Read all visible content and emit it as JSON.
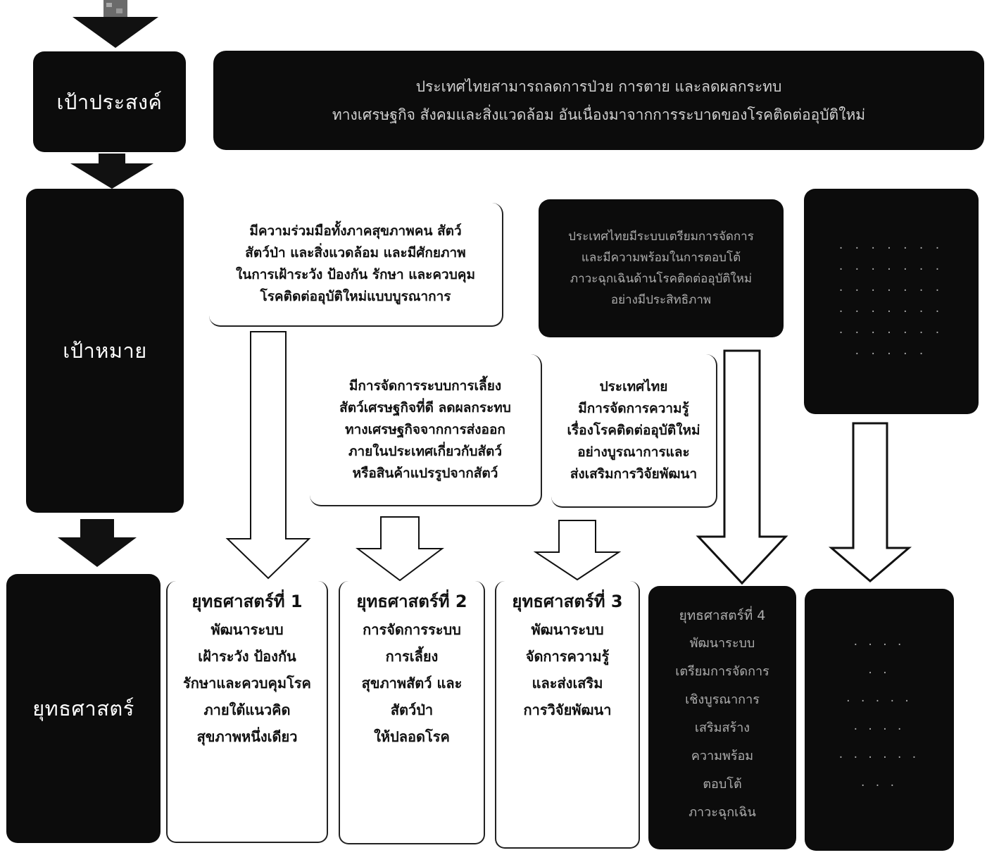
{
  "labels": {
    "objective": "เป้าประสงค์",
    "target": "เป้าหมาย",
    "strategy": "ยุทธศาสตร์"
  },
  "objective_text": {
    "line1": "ประเทศไทยสามารถลดการป่วย การตาย และลดผลกระทบ",
    "line2": "ทางเศรษฐกิจ สังคมและสิ่งแวดล้อม อันเนื่องมาจากการระบาดของโรคติดต่ออุบัติใหม่"
  },
  "targets": {
    "t1": {
      "line1": "มีความร่วมมือทั้งภาคสุขภาพคน สัตว์",
      "line2": "สัตว์ป่า และสิ่งแวดล้อม และมีศักยภาพ",
      "line3": "ในการเฝ้าระวัง ป้องกัน รักษา และควบคุม",
      "line4": "โรคติดต่ออุบัติใหม่แบบบูรณาการ"
    },
    "t2": {
      "line1": "มีการจัดการระบบการเลี้ยง",
      "line2": "สัตว์เศรษฐกิจที่ดี ลดผลกระทบ",
      "line3": "ทางเศรษฐกิจจากการส่งออก",
      "line4": "ภายในประเทศเกี่ยวกับสัตว์",
      "line5": "หรือสินค้าแปรรูปจากสัตว์"
    },
    "t3": {
      "line1": "ประเทศไทย",
      "line2": "มีการจัดการความรู้",
      "line3": "เรื่องโรคติดต่ออุบัติใหม่",
      "line4": "อย่างบูรณาการและ",
      "line5": "ส่งเสริมการวิจัยพัฒนา"
    },
    "t4": {
      "line1": "ประเทศไทยมีระบบเตรียมการจัดการ",
      "line2": "และมีความพร้อมในการตอบโต้",
      "line3": "ภาวะฉุกเฉินด้านโรคติดต่ออุบัติใหม่",
      "line4": "อย่างมีประสิทธิภาพ"
    }
  },
  "strategies": {
    "s1": {
      "title": "ยุทธศาสตร์ที่ 1",
      "line1": "พัฒนาระบบ",
      "line2": "เฝ้าระวัง ป้องกัน",
      "line3": "รักษาและควบคุมโรค",
      "line4": "ภายใต้แนวคิด",
      "line5": "สุขภาพหนึ่งเดียว"
    },
    "s2": {
      "title": "ยุทธศาสตร์ที่ 2",
      "line1": "การจัดการระบบ",
      "line2": "การเลี้ยง",
      "line3": "สุขภาพสัตว์ และ",
      "line4": "สัตว์ป่า",
      "line5": "ให้ปลอดโรค"
    },
    "s3": {
      "title": "ยุทธศาสตร์ที่ 3",
      "line1": "พัฒนาระบบ",
      "line2": "จัดการความรู้",
      "line3": "และส่งเสริม",
      "line4": "การวิจัยพัฒนา"
    },
    "s4": {
      "title": "ยุทธศาสตร์ที่ 4",
      "line1": "พัฒนาระบบ",
      "line2": "เตรียมการจัดการ",
      "line3": "เชิงบูรณาการ",
      "line4": "เสริมสร้าง",
      "line5": "ความพร้อม",
      "line6": "ตอบโต้",
      "line7": "ภาวะฉุกเฉิน"
    }
  }
}
